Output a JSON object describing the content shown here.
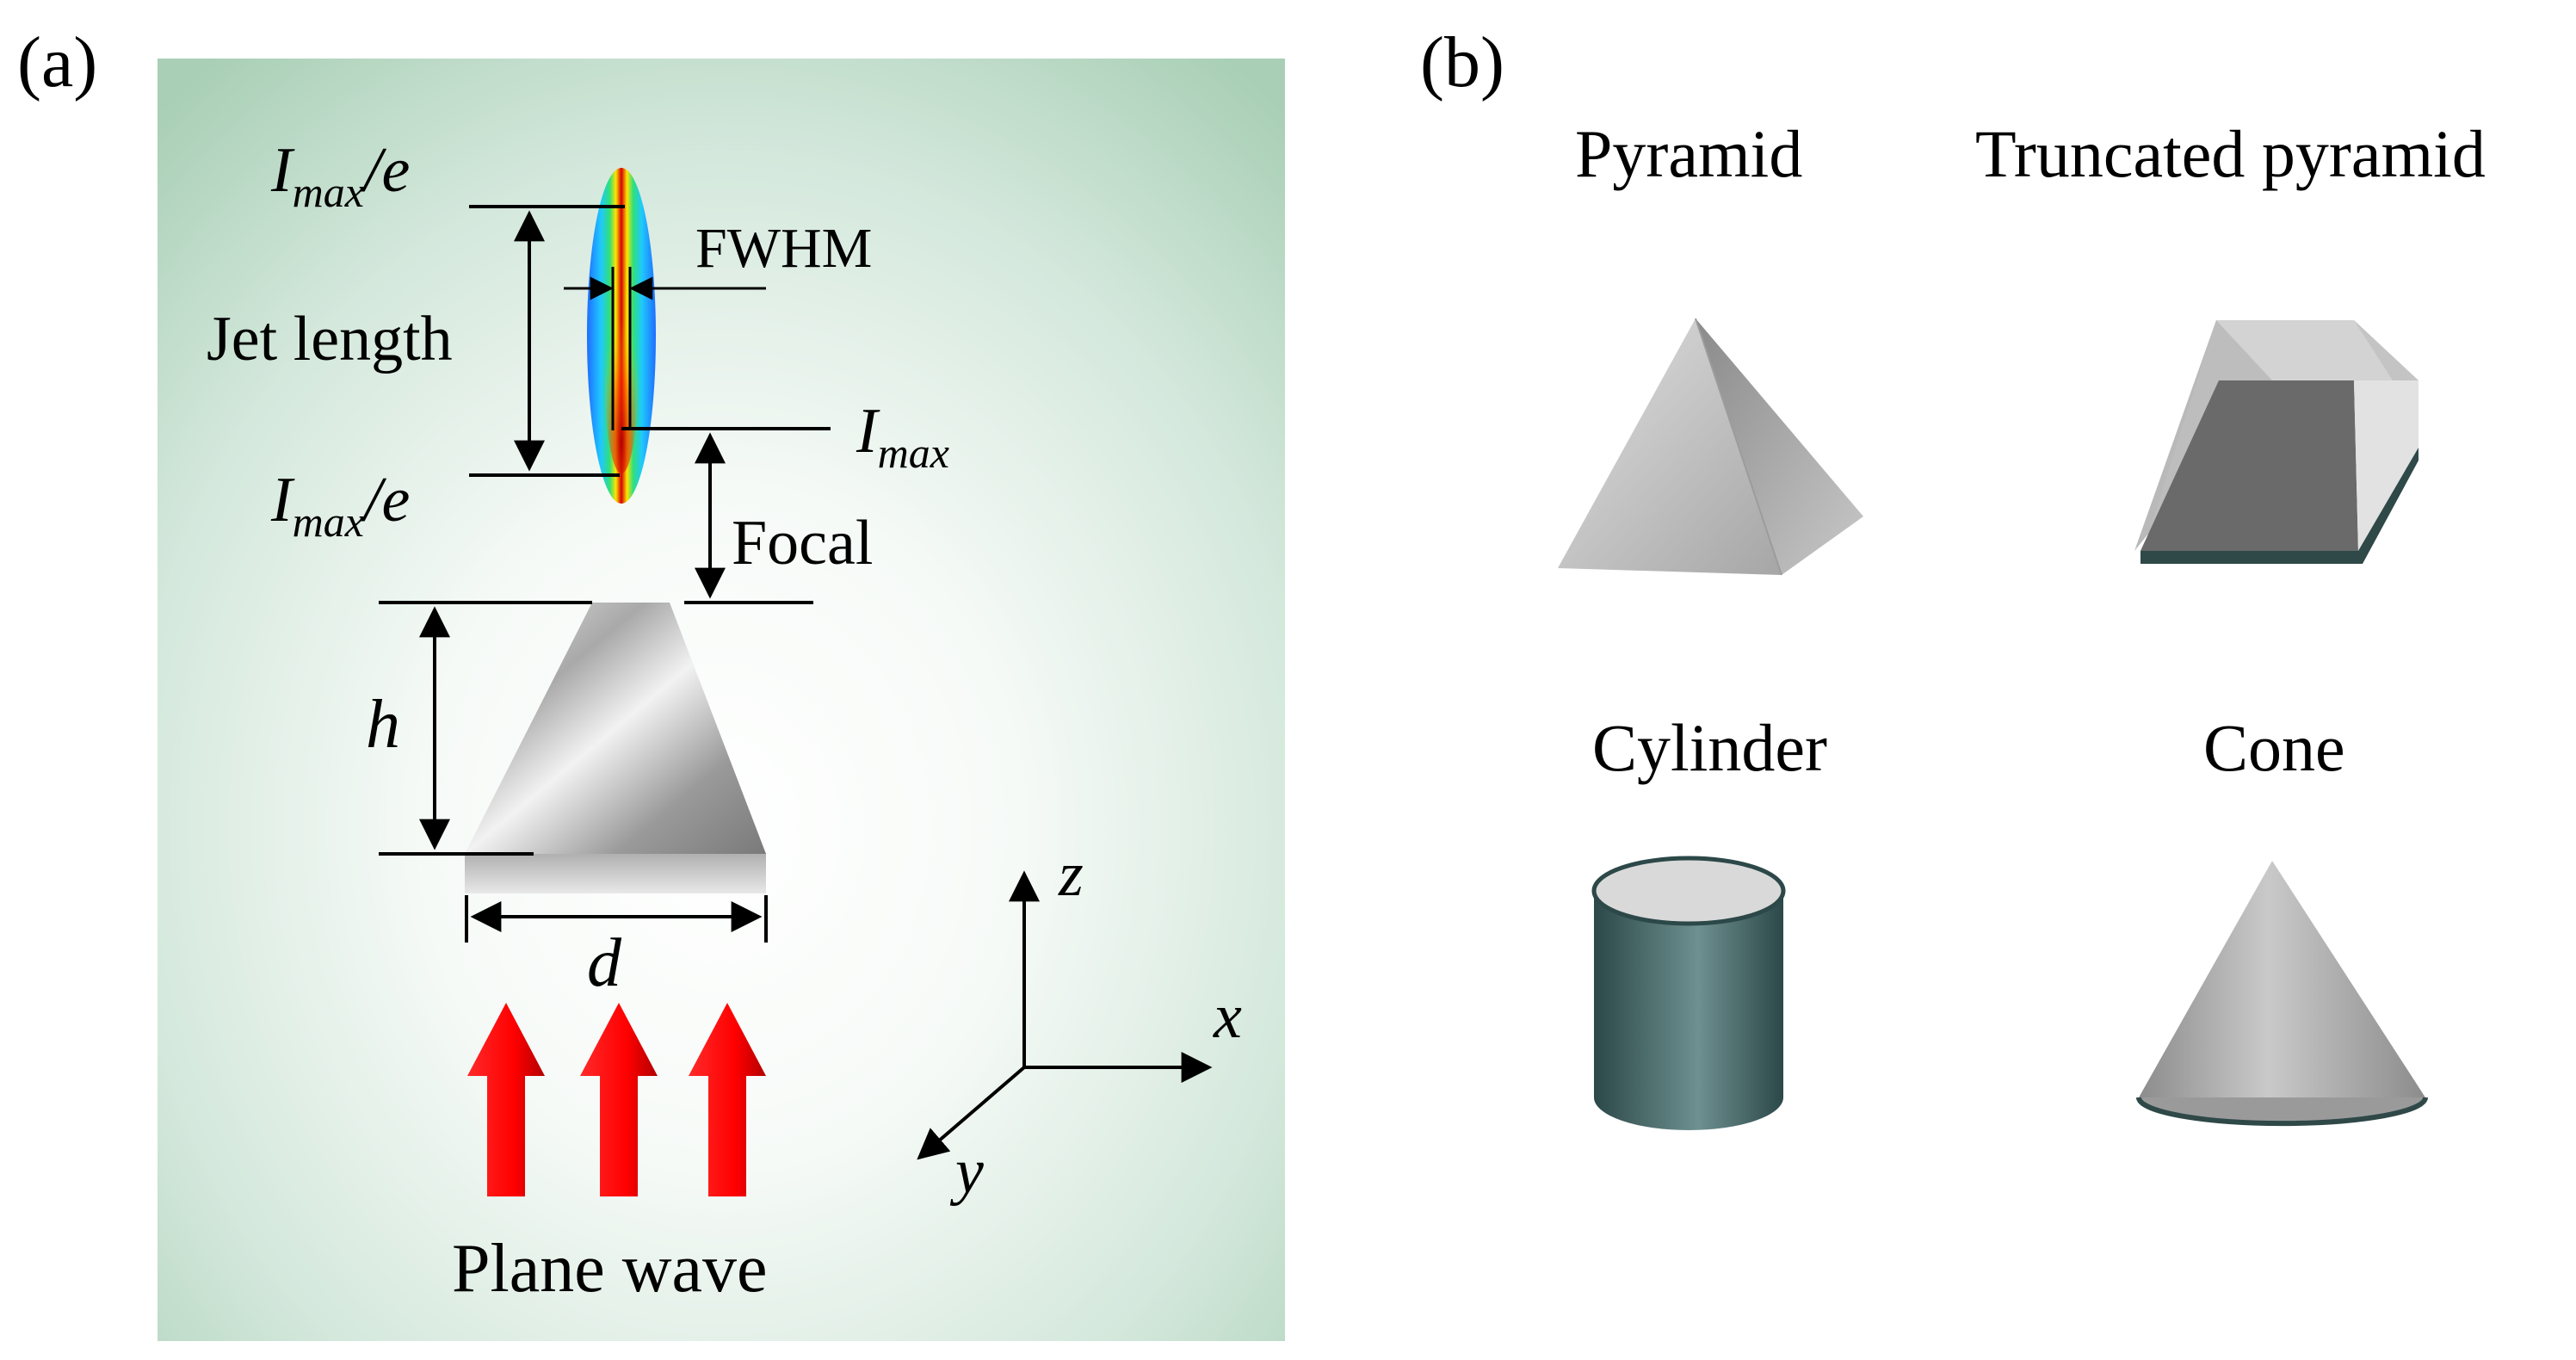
{
  "panel_a": {
    "label": "(a)",
    "labels": {
      "imax_top": {
        "I": "I",
        "sub": "max",
        "suffix": "/e"
      },
      "imax_bottom": {
        "I": "I",
        "sub": "max",
        "suffix": "/e"
      },
      "imax_peak": {
        "I": "I",
        "sub": "max"
      },
      "fwhm": "FWHM",
      "jet_length": "Jet length",
      "focal": "Focal",
      "height": "h",
      "diameter": "d",
      "source": "Plane wave"
    },
    "axes": {
      "z": "z",
      "x": "x",
      "y": "y"
    }
  },
  "panel_b": {
    "label": "(b)",
    "shapes": [
      {
        "name": "Pyramid"
      },
      {
        "name": "Truncated pyramid"
      },
      {
        "name": "Cylinder"
      },
      {
        "name": "Cone"
      }
    ]
  }
}
